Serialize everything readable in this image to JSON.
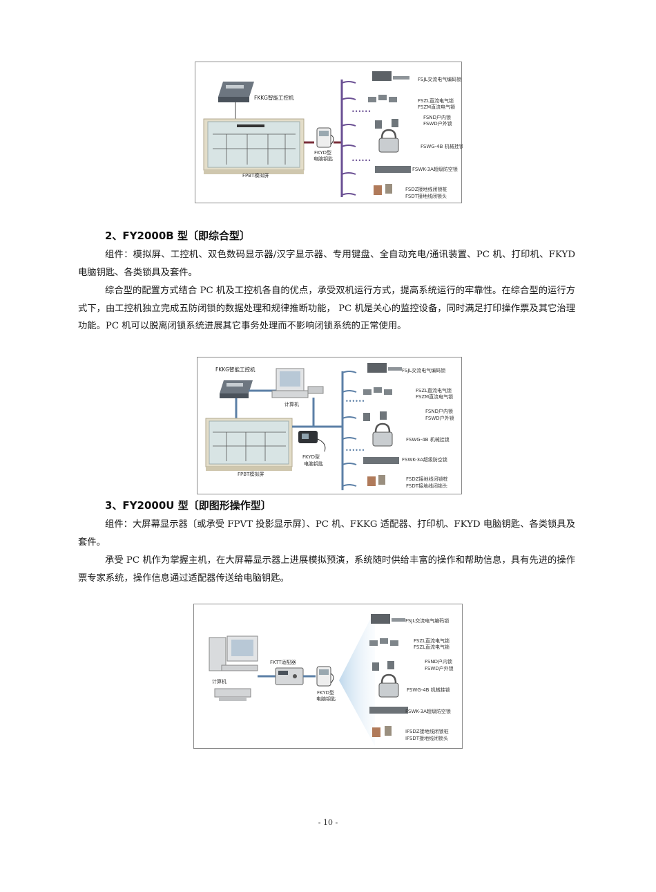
{
  "figures": [
    {
      "id": "fig1",
      "labels": {
        "controller": "FKKG智能工控机",
        "screen": "FPBT模拟屏",
        "key_model": "FKYD型",
        "key_name": "电脑钥匙",
        "lock1": "FSJL交流电气编码锁",
        "lock2a": "FSZL直流电气锁",
        "lock2b": "FSZM直流电气锁",
        "lock3a": "FSND户内锁",
        "lock3b": "FSWD户外锁",
        "lock4": "FSWG-4B  机械挂锁",
        "lock5": "FSWK-3A超级防空锁",
        "lock6a": "FSDZ接地线闭锁桩",
        "lock6b": "FSDT接地线闭锁头"
      }
    },
    {
      "id": "fig2",
      "labels": {
        "controller": "FKKG智能工控机",
        "computer": "计算机",
        "screen": "FPBT模拟屏",
        "key_model": "FKYD型",
        "key_name": "电脑钥匙",
        "lock1": "FSJL交流电气编码锁",
        "lock2a": "FSZL直流电气锁",
        "lock2b": "FSZM直流电气锁",
        "lock3a": "FSND户内锁",
        "lock3b": "FSWD户外锁",
        "lock4": "FSWG-4B  机械挂锁",
        "lock5": "FSWK-3A超级防空锁",
        "lock6a": "FSDZ接地线闭锁桩",
        "lock6b": "FSDT接地线闭锁头"
      }
    },
    {
      "id": "fig3",
      "labels": {
        "computer": "计算机",
        "adapter": "FKTT适配器",
        "key_model": "FKYD型",
        "key_name": "电脑钥匙",
        "lock1": "FSJL交流电气编码锁",
        "lock2a": "FSZL直流电气锁",
        "lock2b": "FSZL直流电气锁",
        "lock3a": "FSND户内锁",
        "lock3b": "FSWD户外锁",
        "lock4": "FSWG-4B  机械挂锁",
        "lock5": "FSWK-3A超级防空锁",
        "lock6a": "IFSDZ接地线闭锁桩",
        "lock6b": "IFSDT接地线闭锁头"
      }
    }
  ],
  "sections": {
    "b": {
      "heading": "2、FY2000B 型〔即综合型〕",
      "para1": "组件：模拟屏、工控机、双色数码显示器/汉字显示器、专用键盘、全自动充电/通讯装置、PC 机、打印机、FKYD 电脑钥匙、各类锁具及套件。",
      "para2": "综合型的配置方式结合 PC 机及工控机各自的优点，承受双机运行方式，提高系统运行的牢靠性。在综合型的运行方式下，由工控机独立完成五防闭锁的数据处理和规律推断功能， PC  机是关心的监控设备，同时满足打印操作票及其它治理功能。PC    机可以脱离闭锁系统进展其它事务处理而不影响闭锁系统的正常使用。"
    },
    "u": {
      "heading": "3、FY2000U 型〔即图形操作型〕",
      "para1": "组件：大屏幕显示器〔或承受 FPVT 投影显示屏〕、PC 机、FKKG 适配器、打印机、FKYD 电脑钥匙、各类锁具及套件。",
      "para2": "承受 PC 机作为掌握主机，在大屏幕显示器上进展模拟预演，系统随时供给丰富的操作和帮助信息，具有先进的操作票专家系统，操作信息通过适配器传送给电脑钥匙。"
    }
  },
  "footer": {
    "page_number": "- 10 -"
  },
  "colors": {
    "bus_line": "#6a4f93",
    "link_line": "#5b7fa6",
    "panel_fill": "#d8e4e4",
    "connector": "#7a2f3a"
  }
}
